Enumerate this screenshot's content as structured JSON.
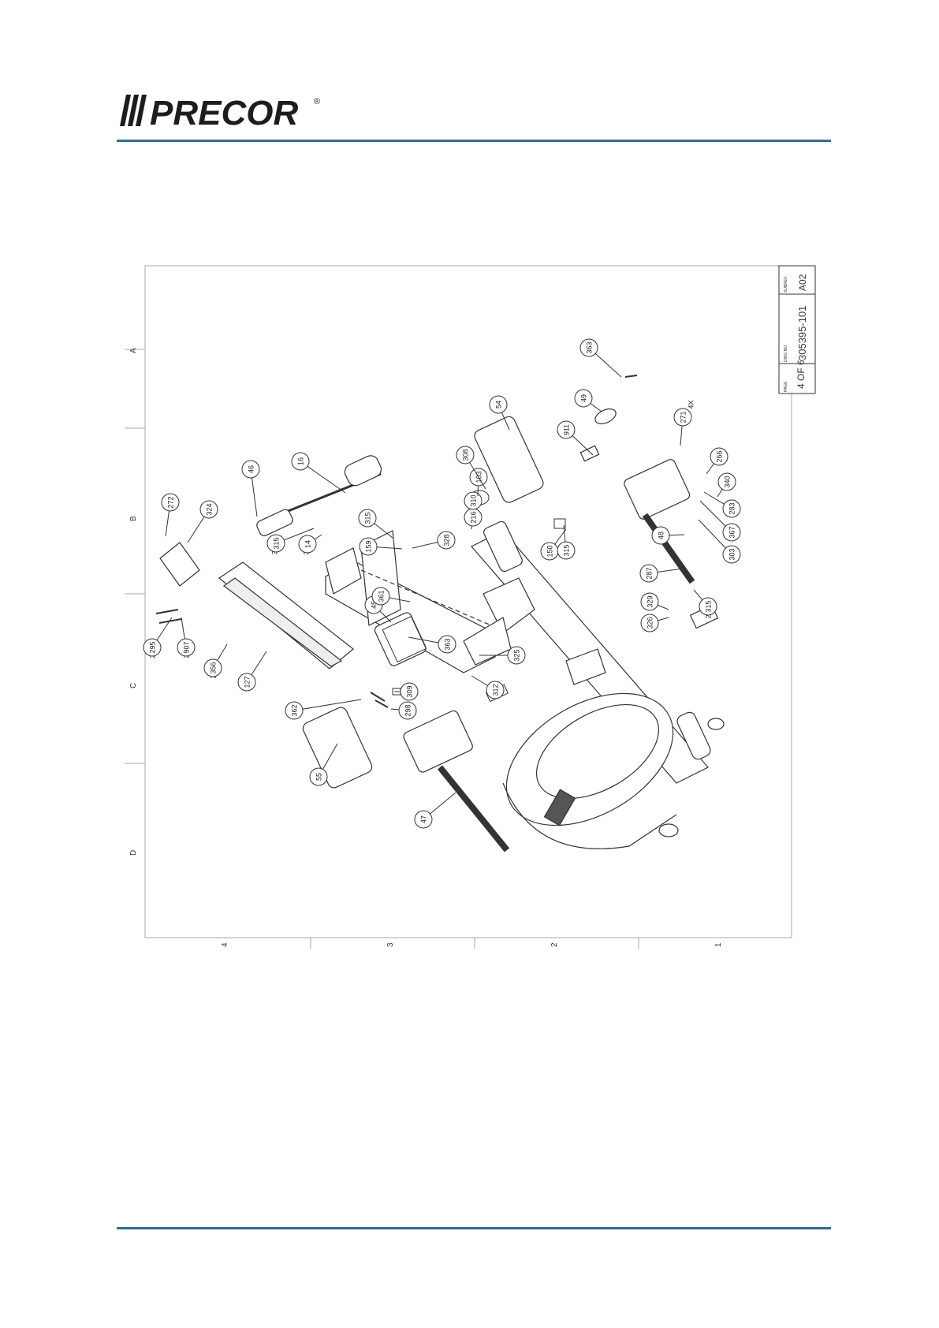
{
  "header": {
    "brand": "PRECOR",
    "registered": "®"
  },
  "title_block": {
    "page_label": "PAGE",
    "page_value": "4 OF 6",
    "dwg_label": "DWG NO",
    "dwg_value": "305395-101",
    "rev_label": "SUBREV",
    "rev_value": "A02"
  },
  "zones": {
    "letters": [
      "A",
      "B",
      "C",
      "D"
    ],
    "numbers": [
      "4",
      "3",
      "2",
      "1"
    ]
  },
  "callouts": [
    "272",
    "324",
    "46",
    "16",
    "3X",
    "315",
    "3X",
    "14",
    "315",
    "159",
    "328",
    "216",
    "310",
    "103",
    "308",
    "54",
    "911",
    "49",
    "363",
    "271",
    "4X",
    "266",
    "340",
    "283",
    "367",
    "303",
    "48",
    "150",
    "315",
    "287",
    "329",
    "326",
    "2X",
    "315",
    "2X",
    "295",
    "2X",
    "907",
    "2X",
    "356",
    "127",
    "45",
    "361",
    "363",
    "325",
    "309",
    "298",
    "312",
    "362",
    "55",
    "47"
  ],
  "colors": {
    "rule": "#2f6e94",
    "logo": "#1d1d1b",
    "line": "#333333"
  }
}
